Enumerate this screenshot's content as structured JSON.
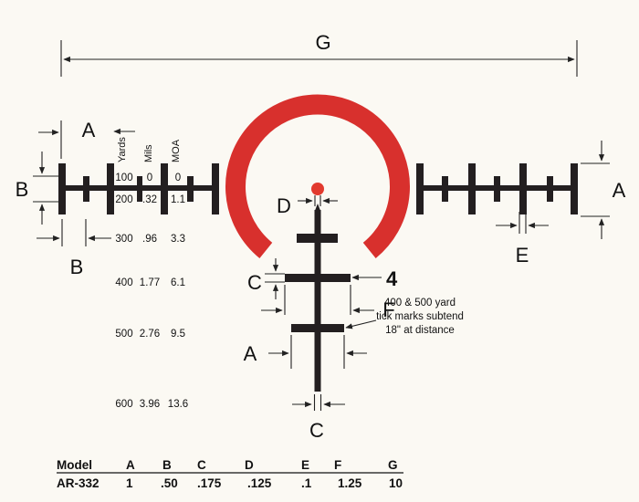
{
  "dimension_labels": {
    "g_top": "G",
    "a_left": "A",
    "b_left_side": "B",
    "b_left_bottom": "B",
    "a_right": "A",
    "e_right": "E",
    "d_center": "D",
    "c_left": "C",
    "f_right": "F",
    "a_post": "A",
    "c_bottom": "C"
  },
  "range_table": {
    "headers": [
      "Yards",
      "Mils",
      "MOA"
    ],
    "rows": [
      [
        "100",
        "0",
        "0"
      ],
      [
        "200",
        ".32",
        "1.1"
      ],
      [
        "300",
        ".96",
        "3.3"
      ],
      [
        "400",
        "1.77",
        "6.1"
      ],
      [
        "500",
        "2.76",
        "9.5"
      ],
      [
        "600",
        "3.96",
        "13.6"
      ]
    ]
  },
  "callout": {
    "number": "4",
    "lines": [
      "400 & 500 yard",
      "tick marks subtend",
      "18\" at distance"
    ]
  },
  "spec_table": {
    "headers": [
      "Model",
      "A",
      "B",
      "C",
      "D",
      "E",
      "F",
      "G"
    ],
    "row": [
      "AR-332",
      "1",
      ".50",
      ".175",
      ".125",
      ".1",
      "1.25",
      "10"
    ]
  },
  "colors": {
    "reticle": "#231f20",
    "ring": "#d8302d",
    "dot": "#e23a2e",
    "background": "#fbf9f3"
  }
}
